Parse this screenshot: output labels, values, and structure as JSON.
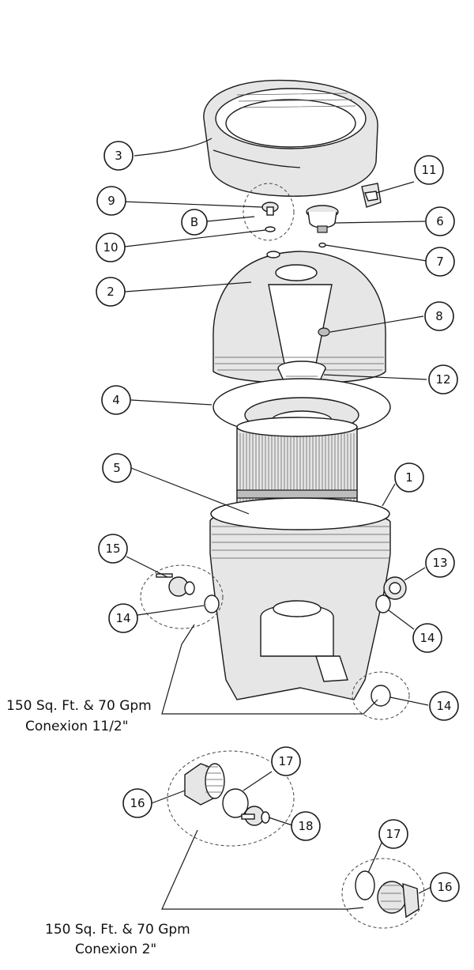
{
  "callouts": [
    "1",
    "2",
    "3",
    "4",
    "5",
    "6",
    "7",
    "8",
    "9",
    "10",
    "11",
    "12",
    "13",
    "14",
    "15",
    "16",
    "17",
    "18",
    "B"
  ],
  "captions": {
    "set_a_line1": "150 Sq. Ft. & 70 Gpm",
    "set_a_line2": "Conexion 11/2\"",
    "set_b_line1": "150 Sq. Ft. & 70 Gpm",
    "set_b_line2": "Conexion 2\""
  },
  "colors": {
    "ink": "#1a1a1a",
    "paper": "#ffffff",
    "shade": "#e6e6e6"
  }
}
